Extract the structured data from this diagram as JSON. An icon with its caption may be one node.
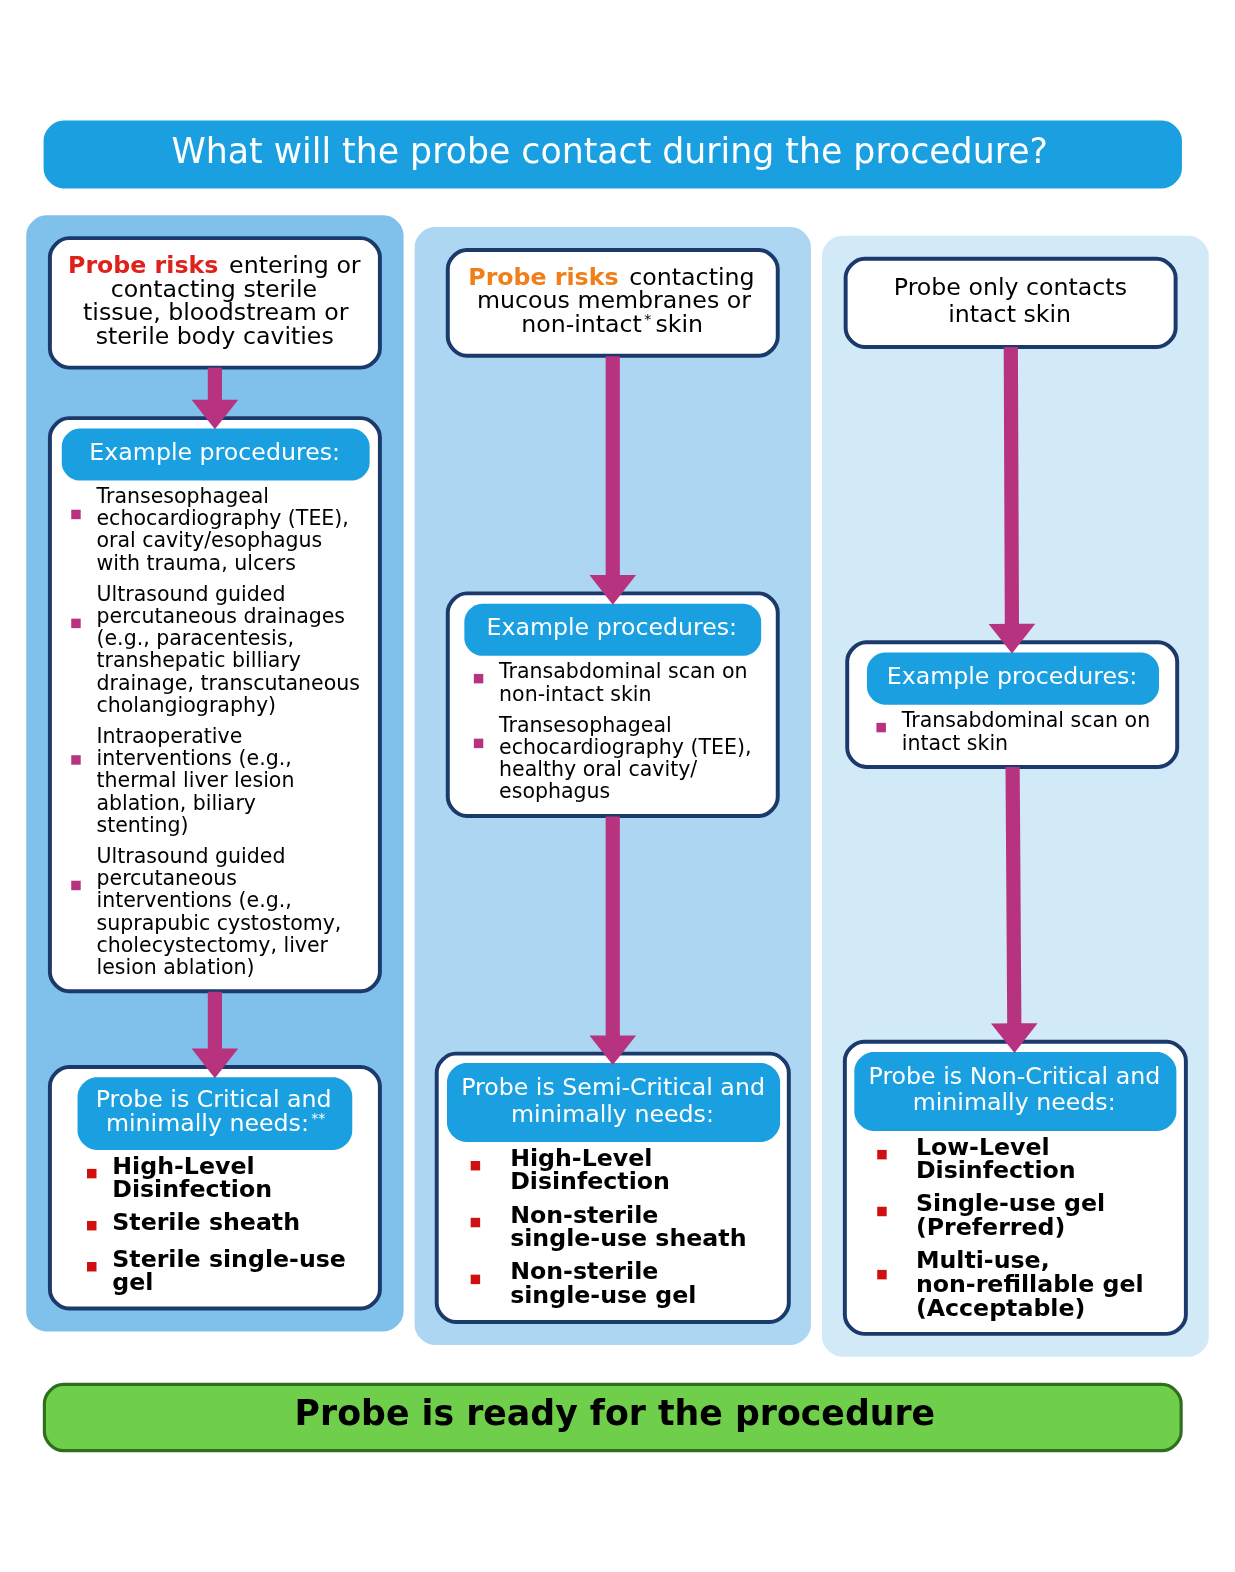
{
  "diagram": {
    "nodes": [
      {
        "text": [
          "What will the probe contact during the procedure?"
        ]
      },
      {
        "text": [],
        "shape": "box"
      },
      {
        "text": [
          "**Probe risks** entering or contacting sterile tissue, bloodstream or sterile body cavities"
        ],
        "in": 1
      },
      {
        "text": [
          "Example procedures:",
          "Transesophageal echocardiography (TEE), oral cavity/esophagus with trauma, ulcers",
          "Ultrasound guided percutaneous drainages (e.g., paracentesis, transhepatic billiary drainage, transcutaneous cholangiography)",
          "Intraoperative interventions (e.g., thermal liver lesion ablation, biliary stenting)",
          "Ultrasound guided percutaneous interventions (e.g., suprapubic cystostomy, cholecystectomy, liver lesion ablation)"
        ],
        "in": 1
      },
      {
        "text": [
          "Probe is Critical and minimally needs:$^{**}$",
          "High-Level Disinfection",
          "Sterile sheath",
          "Sterile single-use gel"
        ],
        "in": 1
      },
      {
        "text": [],
        "shape": "box"
      },
      {
        "text": [
          "**Probe risks** contacting mucous membranes or non-intact$^{*}$ skin"
        ],
        "in": 5
      },
      {
        "text": [
          "Example procedures:",
          "Transabdominal scan on non-intact skin",
          "Transesophageal echocardiography (TEE), healthy oral cavity/ esophagus"
        ],
        "in": 5
      },
      {
        "text": [
          "Probe is Semi-Critical and minimally needs:",
          "High-Level Disinfection",
          "Non-sterile single-use sheath",
          "Non-sterile single-use gel"
        ],
        "in": 5
      },
      {
        "text": [],
        "shape": "box"
      },
      {
        "text": [
          "Probe only contacts intact skin"
        ],
        "in": 9
      },
      {
        "text": [
          "Example procedures:",
          "Transabdominal scan on intact skin"
        ],
        "in": 9
      },
      {
        "text": [
          "Probe is Non-Critical and minimally needs:",
          "Low-Level Disinfection",
          "Single-use gel (Preferred)",
          "Multi-use, non-refillable gel (Acceptable)"
        ],
        "in": 9
      },
      {
        "text": [
          "Probe is ready for the procedure"
        ]
      }
    ],
    "edges": [
      {
        "from": 2,
        "to": 3,
        "arrow": "to"
      },
      {
        "from": 3,
        "to": 4,
        "arrow": "to"
      },
      {
        "from": 6,
        "to": 7,
        "arrow": "to"
      },
      {
        "from": 7,
        "to": 8,
        "arrow": "to"
      },
      {
        "from": 10,
        "to": 11,
        "arrow": "to"
      },
      {
        "from": 11,
        "to": 12,
        "arrow": "to"
      }
    ]
  }
}
